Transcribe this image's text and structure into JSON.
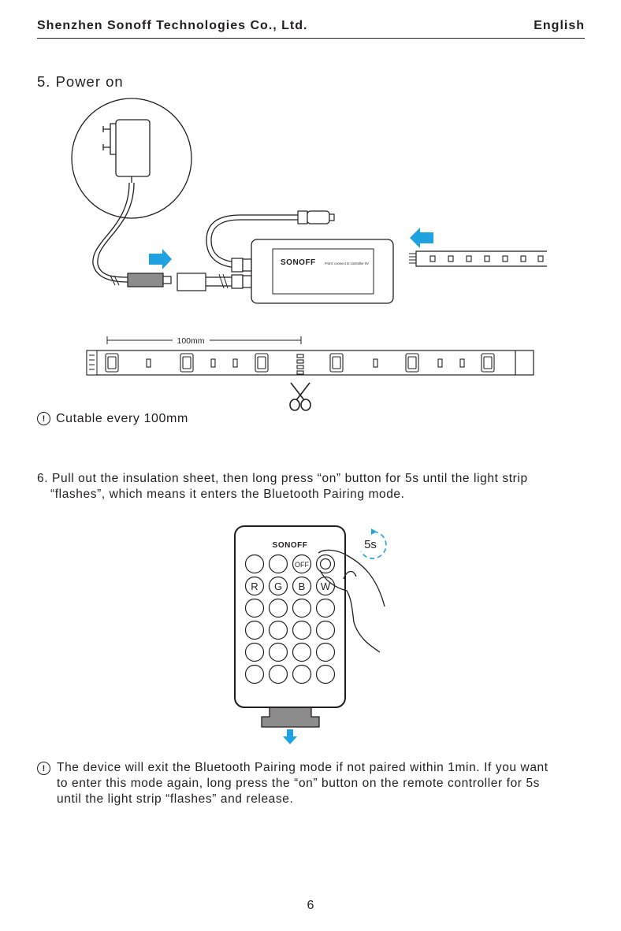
{
  "header": {
    "company": "Shenzhen Sonoff Technologies Co., Ltd.",
    "language": "English"
  },
  "section5": {
    "title": "5. Power on",
    "controller_brand": "SONOFF",
    "controller_fine_print": "Front: connect to controller 5V",
    "strip_length_label": "100mm",
    "cut_note": "Cutable every 100mm"
  },
  "section6": {
    "instruction_line1": "6. Pull out the insulation sheet, then long press “on” button for 5s until the light strip",
    "instruction_line2": "“flashes”, which means it enters the Bluetooth Pairing mode.",
    "remote_brand": "SONOFF",
    "hold_time": "5s",
    "buttons_row1": [
      "",
      "",
      "OFF",
      ""
    ],
    "buttons_row2": [
      "R",
      "G",
      "B",
      "W"
    ],
    "exit_note_line1": "The device will exit the Bluetooth Pairing mode if not paired within 1min. If you want",
    "exit_note_line2": "to enter this mode again, long press the “on” button on the remote controller for 5s",
    "exit_note_line3": "until the light strip “flashes” and release."
  },
  "footer": {
    "page_number": "6"
  },
  "colors": {
    "ink": "#231f20",
    "arrow_blue": "#1fa3e0"
  },
  "icons": [
    "warning-icon",
    "scissors-icon",
    "arrow-right-icon",
    "arrow-left-icon",
    "arrow-down-icon",
    "power-adapter-icon",
    "hand-icon"
  ]
}
